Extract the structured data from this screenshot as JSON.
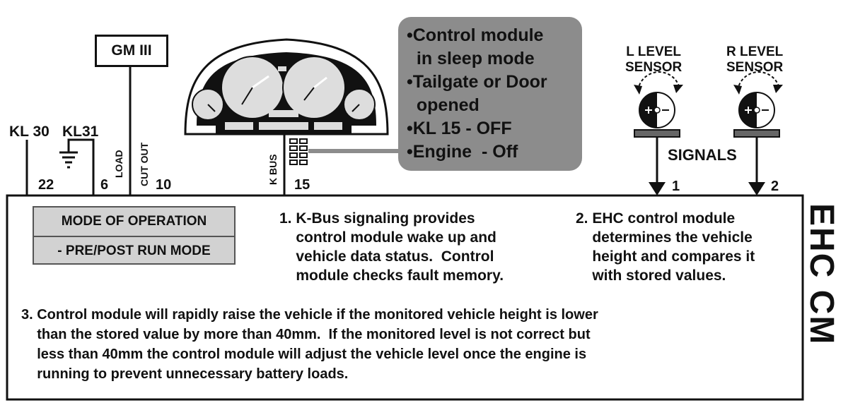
{
  "pins": {
    "kl30": {
      "label": "KL 30",
      "number": "22"
    },
    "kl31": {
      "label": "KL31",
      "number": "6"
    },
    "load": {
      "label": "LOAD"
    },
    "cutout": {
      "label": "CUT OUT",
      "number": "10"
    },
    "kbus": {
      "label": "K BUS",
      "number": "15"
    }
  },
  "gm_label": "GM III",
  "conditions": [
    "•Control module\n  in sleep mode",
    "•Tailgate or Door\n  opened",
    "•KL 15 - OFF",
    "•Engine  - Off"
  ],
  "sensors": {
    "left": {
      "label": "L LEVEL\nSENSOR",
      "pin": "1"
    },
    "right": {
      "label": "R LEVEL\nSENSOR",
      "pin": "2"
    },
    "signals_label": "SIGNALS"
  },
  "module_name": "EHC CM",
  "mode_box": {
    "title": "MODE OF OPERATION",
    "mode": "- PRE/POST RUN MODE"
  },
  "paragraphs": {
    "p1": "1. K-Bus signaling provides\n    control module wake up and\n    vehicle data status.  Control\n    module checks fault memory.",
    "p2": "2. EHC control module\n    determines the vehicle\n    height and compares it\n    with stored values.",
    "p3": "3. Control module will rapidly raise the vehicle if the monitored vehicle height is lower\n    than the stored value by more than 40mm.  If the monitored level is not correct but\n    less than 40mm the control module will adjust the vehicle level once the engine is\n    running to prevent unnecessary battery loads."
  }
}
